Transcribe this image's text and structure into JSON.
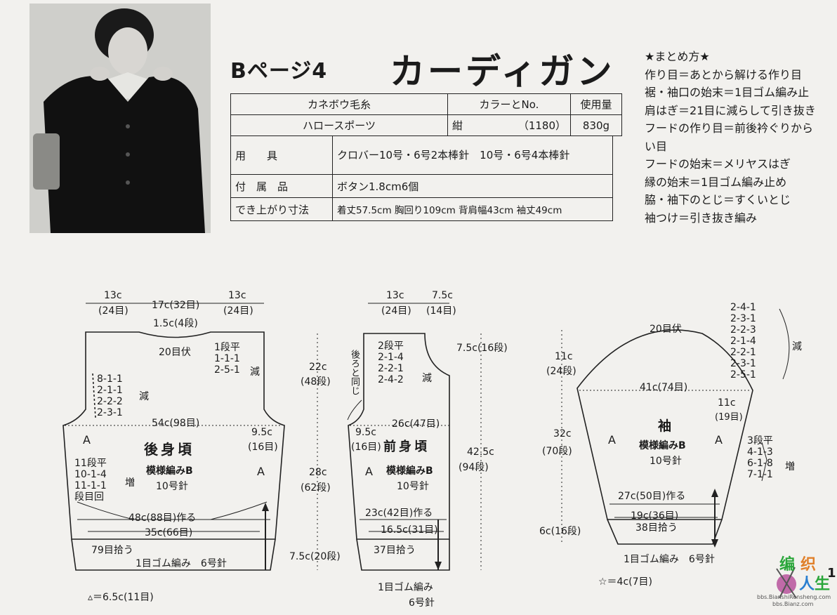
{
  "header": {
    "page_ref": "Bページ4",
    "title": "カーディガン"
  },
  "table": {
    "headers": [
      "カネボウ毛糸",
      "カラーとNo.",
      "使用量"
    ],
    "yarn_name": "ハロースポーツ",
    "color": "紺",
    "color_no": "（1180）",
    "amount": "830g",
    "rows": [
      {
        "label": "用　　具",
        "value": "クロバー10号・6号2本棒針　10号・6号4本棒針"
      },
      {
        "label": "付　属　品",
        "value": "ボタン1.8cm6個"
      },
      {
        "label": "でき上がり寸法",
        "value": "着丈57.5cm 胸回り109cm 背肩幅43cm 袖丈49cm"
      }
    ]
  },
  "notes": {
    "heading": "★まとめ方★",
    "lines": [
      "作り目＝あとから解ける作り目",
      "裾・袖口の始末＝1目ゴム編み止",
      "肩はぎ＝21目に減らして引き抜き",
      "フードの作り目＝前後衿ぐりから",
      "い目",
      "フードの始末＝メリヤスはぎ",
      "縁の始末＝1目ゴム編み止め",
      "脇・袖下のとじ＝すくいとじ",
      "袖つけ＝引き抜き編み"
    ]
  },
  "back": {
    "top_left": "13c",
    "top_left_st": "(24目)",
    "top_mid": "17c(32目)",
    "top_right": "13c",
    "top_right_st": "(24目)",
    "neck_depth": "1.5c(4段)",
    "bind_off": "20目伏",
    "shoulder_dec": [
      "1段平",
      "1-1-1",
      "2-5-1"
    ],
    "dec_mark": "減",
    "armhole_dec": [
      "8-1-1",
      "2-1-1",
      "2-2-2",
      "2-3-1"
    ],
    "armhole_dec_mark": "減",
    "width": "54c(98目)",
    "armhole_w": "9.5c",
    "armhole_w_st": "(16目)",
    "a_left": "A",
    "a_right": "A",
    "name": "後身頃",
    "pattern": "模様編みB",
    "needle": "10号針",
    "side_inc": [
      "11段平",
      "10-1-4",
      "11-1-1",
      "段目回"
    ],
    "inc_mark": "増",
    "cast_on": "48c(88目)作る",
    "hem_w": "35c(66目)",
    "pickup": "79目拾う",
    "rib": "1目ゴム編み　6号針",
    "triangle_note": "▵＝6.5c(11目)"
  },
  "back_heights": {
    "upper": "22c",
    "upper_rows": "(48段)",
    "lower": "28c",
    "lower_rows": "(62段)",
    "rib": "7.5c(20段)"
  },
  "front": {
    "top_left": "13c",
    "top_left_st": "(24目)",
    "top_right": "7.5c",
    "top_right_st": "(14目)",
    "same_as_back": "後ろと同じ",
    "neck_dec": [
      "2段平",
      "2-1-4",
      "2-2-1",
      "2-4-2"
    ],
    "dec_mark": "減",
    "armhole_w": "9.5c",
    "armhole_w_st": "(16目)",
    "width": "26c(47目)",
    "name": "前身頃",
    "a": "A",
    "pattern": "模様編みB",
    "needle": "10号針",
    "cast_on": "23c(42目)作る",
    "hem_w": "16.5c(31目)",
    "pickup": "37目拾う",
    "rib1": "1目ゴム編み",
    "rib2": "6号針"
  },
  "front_heights": {
    "neck": "7.5c(16段)",
    "body": "42.5c",
    "body_rows": "(94段)"
  },
  "sleeve": {
    "cap_height": "11c",
    "cap_rows": "(24段)",
    "bind_off": "20目伏",
    "cap_dec": [
      "2-4-1",
      "2-3-1",
      "2-2-3",
      "2-1-4",
      "2-2-1",
      "2-3-1",
      "2-5-1"
    ],
    "dec_mark": "減",
    "width": "41c(74目)",
    "cap_side": "11c",
    "cap_side_st": "(19目)",
    "name": "袖",
    "a_left": "A",
    "a_right": "A",
    "pattern": "模様編みB",
    "needle": "10号針",
    "length": "32c",
    "length_rows": "(70段)",
    "side_inc": [
      "3段平",
      "4-1-3",
      "6-1-8",
      "7-1-1"
    ],
    "inc_mark": "増",
    "cast_on": "27c(50目)作る",
    "cuff_w": "19c(36目)",
    "pickup": "38目拾う",
    "cuff_h": "6c(16段)",
    "rib": "1目ゴム編み　6号針",
    "star_note": "☆＝4c(7目)"
  },
  "watermark": {
    "logo_text": [
      "编",
      "织",
      "人",
      "生"
    ],
    "url1": "bbs.BianshiRensheng.com",
    "url2": "bbs.Bianz.com",
    "page_no": "1"
  }
}
